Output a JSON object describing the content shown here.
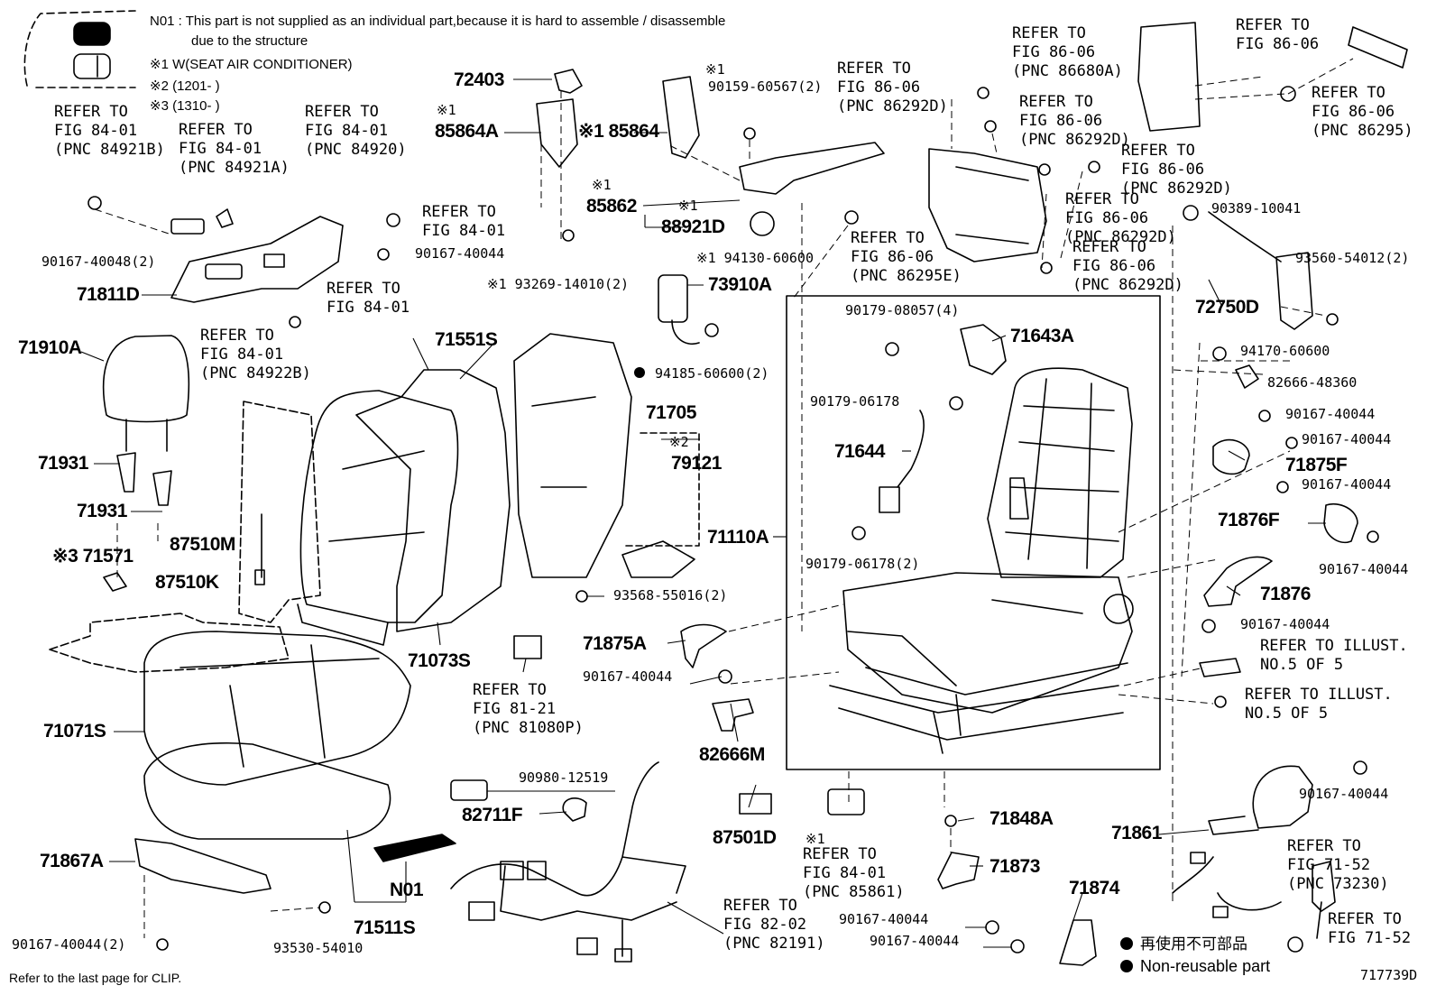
{
  "notes": {
    "n01_line1": "N01 : This part is not supplied as an individual part,because it is hard to assemble / disassemble",
    "n01_line2": "due to the structure",
    "x1": "※1 W(SEAT AIR CONDITIONER)",
    "x2": "※2 (1201-     )",
    "x3": "※3 (1310-     )"
  },
  "parts": {
    "p71811D": "71811D",
    "p71910A": "71910A",
    "p71931a": "71931",
    "p71931b": "71931",
    "p71571": "※3 71571",
    "p87510K": "87510K",
    "p87510M": "87510M",
    "p71071S": "71071S",
    "p71867A": "71867A",
    "p71511S": "71511S",
    "pN01": "N01",
    "p71073S": "71073S",
    "p71551S": "71551S",
    "p72403": "72403",
    "p85864A": "85864A",
    "p85864": "※1 85864",
    "p85862": "85862",
    "p88921D": "88921D",
    "p73910A": "73910A",
    "p71705": "71705",
    "p79121": "79121",
    "p71875A": "71875A",
    "p82666M": "82666M",
    "p87501D": "87501D",
    "p82711F": "82711F",
    "p71110A": "71110A",
    "p71643A": "71643A",
    "p71644": "71644",
    "p71848A": "71848A",
    "p71873": "71873",
    "p71874": "71874",
    "p72750D": "72750D",
    "p71875F": "71875F",
    "p71876F": "71876F",
    "p71876": "71876",
    "p71861": "71861"
  },
  "small": {
    "s1": "90167-40048(2)",
    "s2": "90167-40044",
    "s3": "90167-40044(2)",
    "s4": "93530-54010",
    "s5": "93568-55016(2)",
    "s6": "90167-40044",
    "s7": "90980-12519",
    "s8": "94185-60600(2)",
    "s9": "※1 93269-14010(2)",
    "s10": "※1 94130-60600",
    "s11": "90159-60567(2)",
    "s12": "90179-08057(4)",
    "s13": "90179-06178",
    "s14": "90179-06178(2)",
    "s15": "90167-40044",
    "s16": "90167-40044",
    "s17": "90389-10041",
    "s18": "93560-54012(2)",
    "s19": "94170-60600",
    "s20": "82666-48360",
    "s21": "90167-40044",
    "s22": "90167-40044",
    "s23": "90167-40044",
    "s24": "90167-40044",
    "s25": "90167-40044",
    "s26": "90167-40044",
    "x1a": "※1",
    "x1b": "※1",
    "x1c": "※1",
    "x1d": "※1",
    "x1e": "※1",
    "x2a": "※2"
  },
  "refs": {
    "r1": "REFER TO\nFIG 84-01\n(PNC 84921B)",
    "r2": "REFER TO\nFIG 84-01\n(PNC 84921A)",
    "r3": "REFER TO\nFIG 84-01\n(PNC 84920)",
    "r4": "REFER TO\nFIG 84-01",
    "r5": "REFER TO\nFIG 84-01",
    "r6": "REFER TO\nFIG 84-01\n(PNC 84922B)",
    "r7": "REFER TO\nFIG 81-21\n(PNC 81080P)",
    "r8": "REFER TO\nFIG 86-06\n(PNC 86292D)",
    "r9": "REFER TO\nFIG 86-06\n(PNC 86680A)",
    "r10": "REFER TO\nFIG 86-06",
    "r11": "REFER TO\nFIG 86-06\n(PNC 86295)",
    "r12": "REFER TO\nFIG 86-06\n(PNC 86292D)",
    "r13": "REFER TO\nFIG 86-06\n(PNC 86292D)",
    "r14": "REFER TO\nFIG 86-06\n(PNC 86292D)",
    "r15": "REFER TO\nFIG 86-06\n(PNC 86292D)",
    "r16": "REFER TO\nFIG 86-06\n(PNC 86295E)",
    "r17": "REFER TO ILLUST.\nNO.5 OF 5",
    "r18": "REFER TO ILLUST.\nNO.5 OF 5",
    "r19": "REFER TO\nFIG 84-01\n(PNC 85861)",
    "r20": "REFER TO\nFIG 82-02\n(PNC 82191)",
    "r21": "REFER TO\nFIG 71-52\n(PNC 73230)",
    "r22": "REFER TO\nFIG 71-52"
  },
  "legend": {
    "jp": "再使用不可部品",
    "en": "Non-reusable part"
  },
  "footer": {
    "clip_note": "Refer to the last page for CLIP.",
    "illust_no": "717739D"
  }
}
